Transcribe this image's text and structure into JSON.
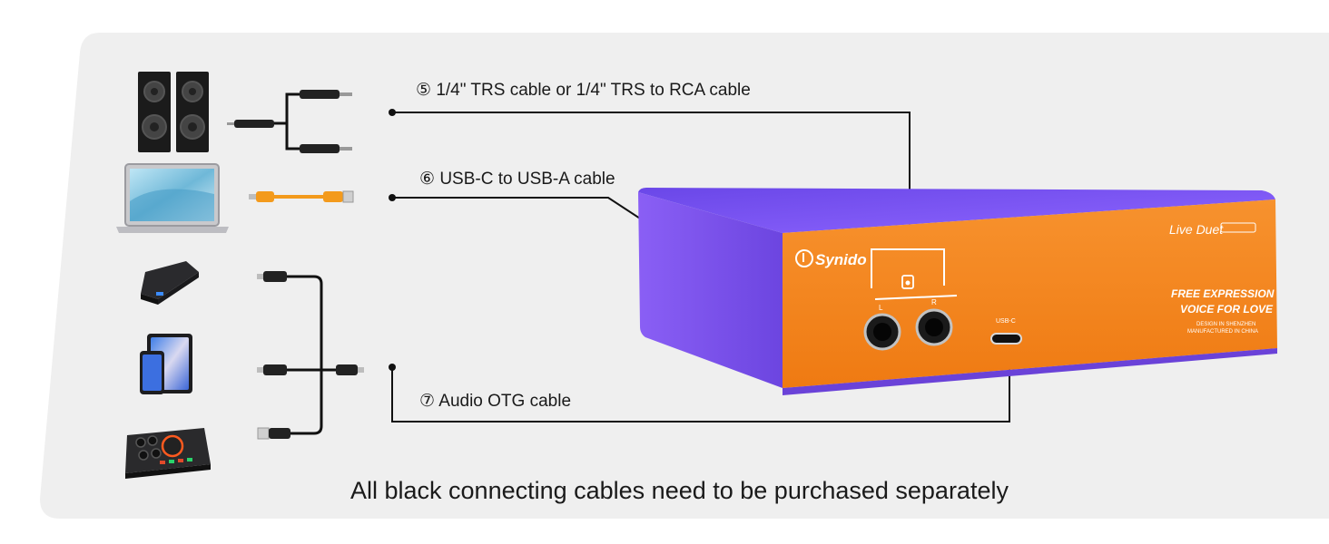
{
  "cables": [
    {
      "num": "⑤",
      "label": "1/4\" TRS cable or 1/4\" TRS to RCA cable"
    },
    {
      "num": "⑥",
      "label": "USB-C to USB-A cable"
    },
    {
      "num": "⑦",
      "label": "Audio OTG cable"
    }
  ],
  "footnote": "All black connecting cables need to be purchased separately",
  "product": {
    "brand": "Synido",
    "model": "Live Duet",
    "slogan_1": "FREE EXPRESSION",
    "slogan_2": "VOICE FOR LOVE",
    "origin_1": "DESIGN IN SHENZHEN",
    "origin_2": "MANUFACTURED IN CHINA",
    "port_left": "L",
    "port_right": "R",
    "port_usb": "USB-C"
  },
  "colors": {
    "panel": "#efefef",
    "case_purple": "#7b4ff0",
    "face_orange": "#f5861f",
    "cable_orange": "#f39a1c"
  },
  "icons": [
    "speaker-pair-icon",
    "laptop-icon",
    "power-bank-icon",
    "tablet-phone-icon",
    "audio-mixer-icon"
  ]
}
